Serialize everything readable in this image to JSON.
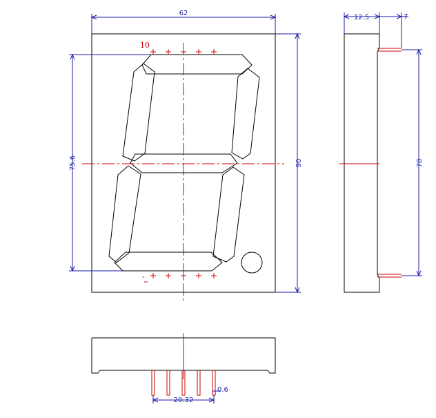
{
  "drawing": {
    "front_view": {
      "width_label": "62",
      "height_label": "90",
      "digit_height_label": "75.6",
      "pin_label": "10",
      "pin_marker": "-"
    },
    "side_view": {
      "depth_label": "12.5",
      "pin_protrusion_label": "7",
      "pin_span_label": "78"
    },
    "bottom_view": {
      "pin_span_label": "20.32",
      "pin_width_label": "0.6"
    },
    "colors": {
      "outline": "#000000",
      "dimension": "#1a1aa8",
      "centerline": "#cc0000",
      "background": "#ffffff"
    }
  }
}
